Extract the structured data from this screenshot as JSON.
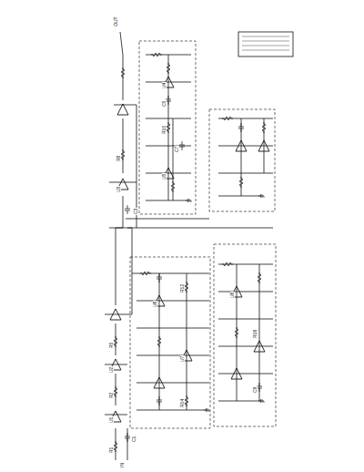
{
  "diagram": {
    "labels": [
      "R1",
      "R2",
      "C1",
      "U1",
      "U2",
      "R5",
      "C3",
      "U3",
      "R8",
      "C5",
      "U4",
      "R10",
      "U5",
      "C7",
      "R12",
      "U6",
      "R14",
      "U7",
      "C9",
      "R16",
      "U8",
      "OUT",
      "IN"
    ]
  }
}
